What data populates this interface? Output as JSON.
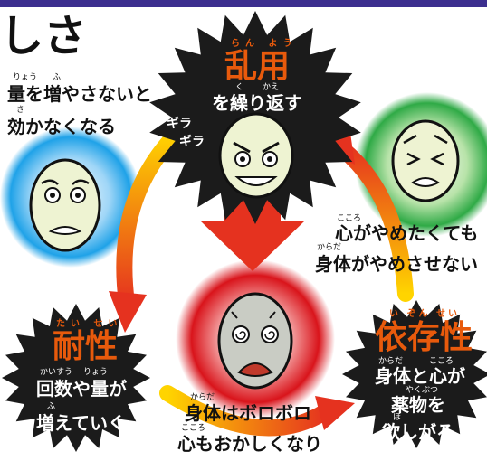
{
  "title_fragment": "しさ",
  "center_node": {
    "label": "乱用",
    "label_ruby": "らん よう",
    "desc": "を繰り返す",
    "desc_ruby_ku": "く",
    "desc_ruby_kae": "かえ",
    "onomatopoeia_1": "ギラ",
    "onomatopoeia_2": "ギラ"
  },
  "tolerance_desc": {
    "line1": "量を増やさないと",
    "line1_ruby_ryou": "りょう",
    "line1_ruby_fu": "ふ",
    "line2": "効かなくなる",
    "line2_ruby": "き"
  },
  "dependence_desc": {
    "line1": "心がやめたくても",
    "line1_ruby": "こころ",
    "line2": "身体がやめさせない",
    "line2_ruby": "からだ"
  },
  "left_node": {
    "label": "耐性",
    "label_ruby": "たい せい",
    "line1": "回数や量が",
    "line1_ruby_kaisuu": "かいすう",
    "line1_ruby_ryou": "りょう",
    "line2": "増えていく",
    "line2_ruby": "ふ"
  },
  "right_node": {
    "label": "依存性",
    "label_ruby": "い ぞん せい",
    "line1": "身体と心が",
    "line1_ruby_karada": "からだ",
    "line1_ruby_kokoro": "こころ",
    "line2": "薬物を",
    "line2_ruby": "やくぶつ",
    "line3": "欲しがる",
    "line3_ruby": "ほ"
  },
  "bottom_center": {
    "line1": "身体はボロボロ",
    "line1_ruby": "からだ",
    "line2": "心もおかしくなり",
    "line2_ruby": "こころ"
  },
  "colors": {
    "header": "#3c2f8f",
    "accent_orange": "#e85a0c",
    "arrow_red": "#e5321f",
    "arrow_yellow": "#ffd400",
    "face_glow_blue": "#1fa2e8",
    "face_glow_green": "#2faa46",
    "face_glow_red": "#d9141b",
    "face_fill": "#eef3d2",
    "burst": "#1b1b1b"
  }
}
